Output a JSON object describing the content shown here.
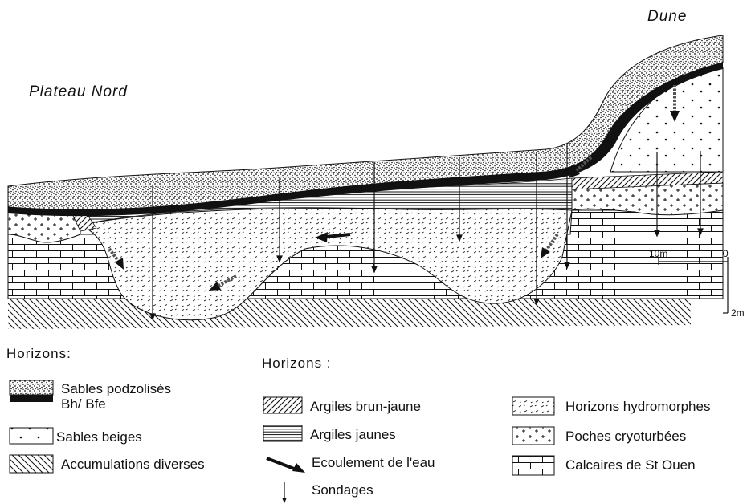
{
  "labels": {
    "plateau": "Plateau Nord",
    "dune": "Dune"
  },
  "scale": {
    "horizontal_0": "0",
    "horizontal_10": "10m",
    "vertical": "2m"
  },
  "legend_left": {
    "heading": "Horizons:",
    "items": [
      {
        "label": "Sables podzolisés",
        "pattern": "stipple"
      },
      {
        "label": "Bh/ Bfe",
        "pattern": "black"
      },
      {
        "label": "Sables beiges",
        "pattern": "dots"
      },
      {
        "label": "Accumulations diverses",
        "pattern": "hatch-back"
      }
    ]
  },
  "legend_mid": {
    "heading": "Horizons :",
    "items": [
      {
        "label": "Argiles brun-jaune",
        "pattern": "hatch-fwd"
      },
      {
        "label": "Argiles jaunes",
        "pattern": "hlines"
      },
      {
        "label": "Ecoulement de l'eau",
        "pattern": "arrow"
      },
      {
        "label": "Sondages",
        "pattern": "probe"
      }
    ]
  },
  "legend_right": {
    "items": [
      {
        "label": "Horizons hydromorphes",
        "pattern": "dashes"
      },
      {
        "label": "Poches cryoturbées",
        "pattern": "plus"
      },
      {
        "label": "Calcaires de St Ouen",
        "pattern": "brick"
      }
    ]
  },
  "colors": {
    "ink": "#111111",
    "background": "#ffffff"
  }
}
